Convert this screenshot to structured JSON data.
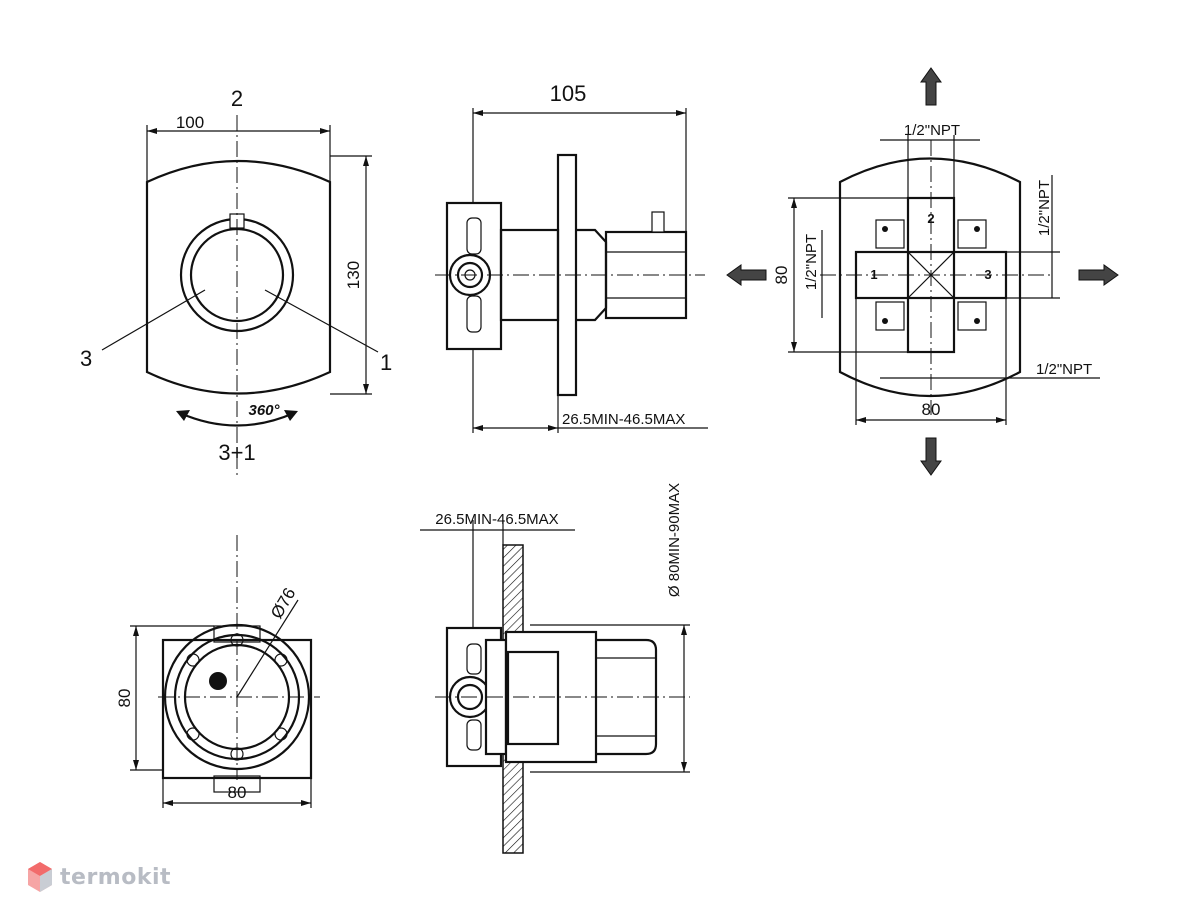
{
  "views": {
    "front": {
      "port_top": "2",
      "port_left": "3",
      "port_right": "1",
      "rotation_label": "360°",
      "bottom_label": "3+1",
      "width_dim": "100",
      "height_dim": "130"
    },
    "side": {
      "depth_dim": "105",
      "wall_range": "26.5MIN-46.5MAX"
    },
    "rear": {
      "npt_top": "1/2\"NPT",
      "npt_right": "1/2\"NPT",
      "npt_left": "1/2\"NPT",
      "npt_bottom": "1/2\"NPT",
      "height_dim": "80",
      "width_dim": "80",
      "center_num_top": "2",
      "center_num_right": "3",
      "center_num_left": "1"
    },
    "bottom_front": {
      "diameter": "Ø76",
      "height_dim": "80",
      "width_dim": "80"
    },
    "bottom_side": {
      "wall_range": "26.5MIN-46.5MAX",
      "cutout_range": "Ø 80MIN-90MAX"
    }
  },
  "watermark": {
    "text": "termokit",
    "color": "#b8bcc4",
    "logo_color": "#f26b6b"
  }
}
